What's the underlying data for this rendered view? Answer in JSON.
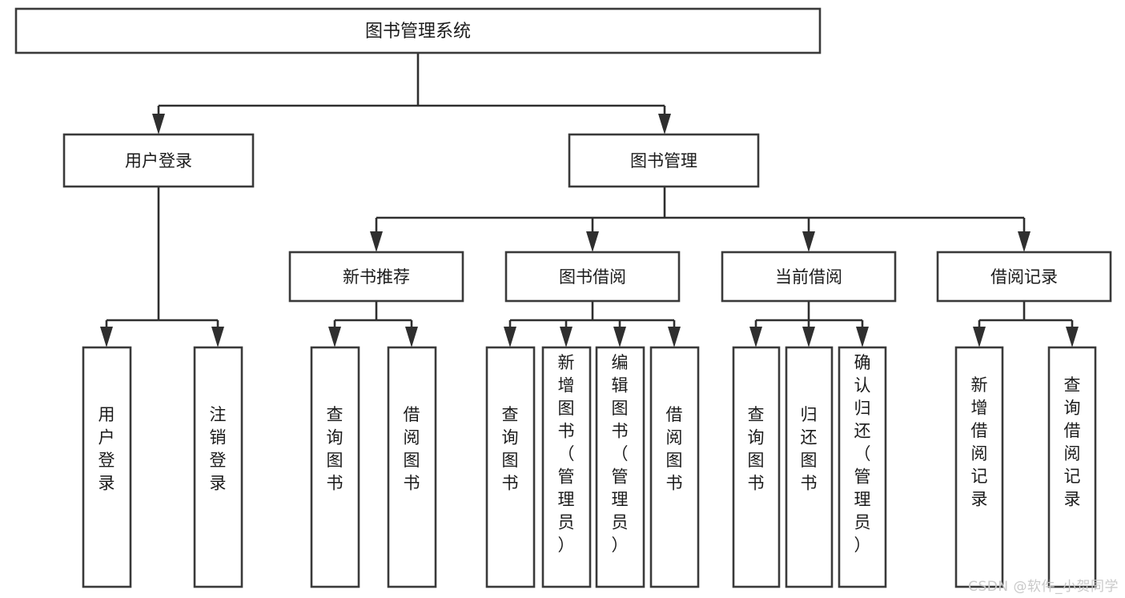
{
  "diagram": {
    "type": "tree-hierarchy",
    "title": "图书管理系统",
    "orientation": "top-down",
    "colors": {
      "box_fill": "#ffffff",
      "box_stroke": "#3a3a3a",
      "edge": "#2f2f2f",
      "text": "#1b1b1b",
      "watermark": "#c9c9c9",
      "background": "#ffffff"
    },
    "levels": {
      "root": "图书管理系统",
      "level2": [
        "用户登录",
        "图书管理"
      ],
      "level3": [
        "新书推荐",
        "图书借阅",
        "当前借阅",
        "借阅记录"
      ]
    },
    "nodes": {
      "root": {
        "id": "root",
        "label": "图书管理系统",
        "level": 1,
        "orientation": "horizontal"
      },
      "user_login": {
        "id": "user_login",
        "label": "用户登录",
        "level": 2,
        "orientation": "horizontal"
      },
      "book_manage": {
        "id": "book_manage",
        "label": "图书管理",
        "level": 2,
        "orientation": "horizontal"
      },
      "new_book_rec": {
        "id": "new_book_rec",
        "label": "新书推荐",
        "level": 3,
        "orientation": "horizontal"
      },
      "book_borrow": {
        "id": "book_borrow",
        "label": "图书借阅",
        "level": 3,
        "orientation": "horizontal"
      },
      "current_borrow": {
        "id": "current_borrow",
        "label": "当前借阅",
        "level": 3,
        "orientation": "horizontal"
      },
      "borrow_record": {
        "id": "borrow_record",
        "label": "借阅记录",
        "level": 3,
        "orientation": "horizontal"
      }
    },
    "leaves": {
      "user_login": [
        {
          "id": "leaf_user_login",
          "label": "用户登录",
          "orientation": "vertical"
        },
        {
          "id": "leaf_user_logout",
          "label": "注销登录",
          "orientation": "vertical"
        }
      ],
      "new_book_rec": [
        {
          "id": "leaf_query_book_1",
          "label": "查询图书",
          "orientation": "vertical"
        },
        {
          "id": "leaf_borrow_book_1",
          "label": "借阅图书",
          "orientation": "vertical"
        }
      ],
      "book_borrow": [
        {
          "id": "leaf_query_book_2",
          "label": "查询图书",
          "orientation": "vertical"
        },
        {
          "id": "leaf_add_book",
          "label": "新增图书（管理员）",
          "orientation": "vertical"
        },
        {
          "id": "leaf_edit_book",
          "label": "编辑图书（管理员）",
          "orientation": "vertical"
        },
        {
          "id": "leaf_borrow_book_2",
          "label": "借阅图书",
          "orientation": "vertical"
        }
      ],
      "current_borrow": [
        {
          "id": "leaf_query_book_3",
          "label": "查询图书",
          "orientation": "vertical"
        },
        {
          "id": "leaf_return_book",
          "label": "归还图书",
          "orientation": "vertical"
        },
        {
          "id": "leaf_confirm_return",
          "label": "确认归还（管理员）",
          "orientation": "vertical"
        }
      ],
      "borrow_record": [
        {
          "id": "leaf_add_record",
          "label": "新增借阅记录",
          "orientation": "vertical"
        },
        {
          "id": "leaf_query_record",
          "label": "查询借阅记录",
          "orientation": "vertical"
        }
      ]
    },
    "edges": [
      {
        "from": "root",
        "to": "user_login"
      },
      {
        "from": "root",
        "to": "book_manage"
      },
      {
        "from": "book_manage",
        "to": "new_book_rec"
      },
      {
        "from": "book_manage",
        "to": "book_borrow"
      },
      {
        "from": "book_manage",
        "to": "current_borrow"
      },
      {
        "from": "book_manage",
        "to": "borrow_record"
      },
      {
        "from": "user_login",
        "to": "leaf_user_login"
      },
      {
        "from": "user_login",
        "to": "leaf_user_logout"
      },
      {
        "from": "new_book_rec",
        "to": "leaf_query_book_1"
      },
      {
        "from": "new_book_rec",
        "to": "leaf_borrow_book_1"
      },
      {
        "from": "book_borrow",
        "to": "leaf_query_book_2"
      },
      {
        "from": "book_borrow",
        "to": "leaf_add_book"
      },
      {
        "from": "book_borrow",
        "to": "leaf_edit_book"
      },
      {
        "from": "book_borrow",
        "to": "leaf_borrow_book_2"
      },
      {
        "from": "current_borrow",
        "to": "leaf_query_book_3"
      },
      {
        "from": "current_borrow",
        "to": "leaf_return_book"
      },
      {
        "from": "current_borrow",
        "to": "leaf_confirm_return"
      },
      {
        "from": "borrow_record",
        "to": "leaf_add_record"
      },
      {
        "from": "borrow_record",
        "to": "leaf_query_record"
      }
    ]
  },
  "watermark": {
    "text": "CSDN @软件_小贺同学"
  }
}
